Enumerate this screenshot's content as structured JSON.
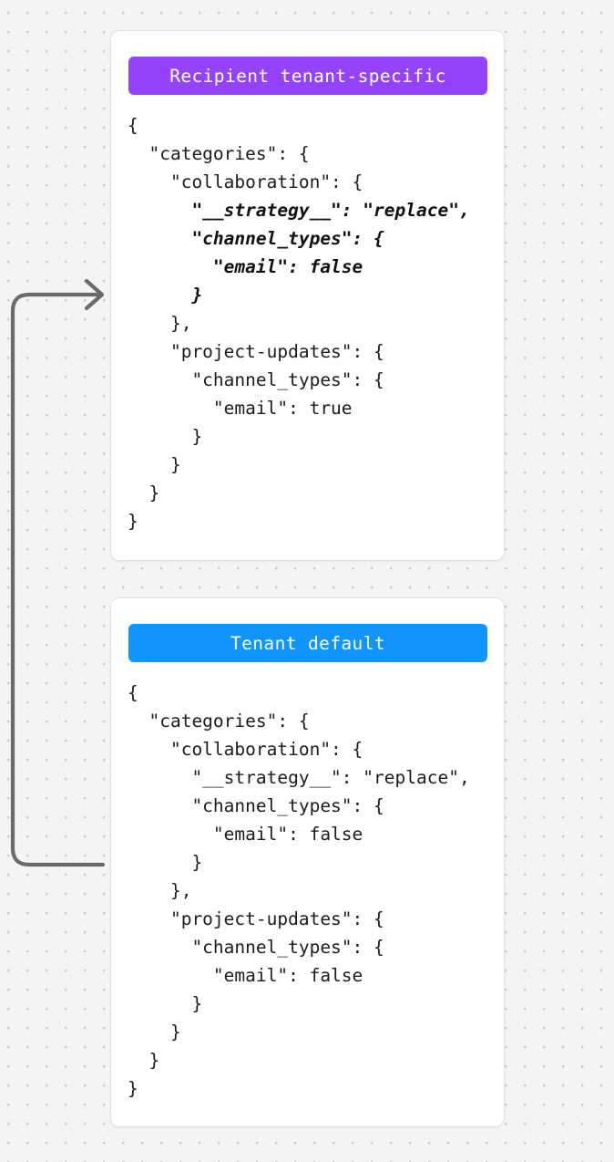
{
  "background": {
    "color": "#f4f4f4",
    "dot_color": "#c9c9ce",
    "pattern": "dot-grid"
  },
  "arrow": {
    "name": "inheritance-arrow",
    "color": "#6b6b6b",
    "from": "tenant-default-card",
    "to": "recipient-tenant-specific-card",
    "direction": "bottom-left-to-upper-right"
  },
  "cards": [
    {
      "id": "recipient-tenant-specific",
      "badge_label": "Recipient tenant-specific",
      "badge_color": "#9443fb",
      "code_lines": [
        {
          "text": "{",
          "highlight": false
        },
        {
          "text": "  \"categories\": {",
          "highlight": false
        },
        {
          "text": "    \"collaboration\": {",
          "highlight": false
        },
        {
          "text": "      \"__strategy__\": \"replace\",",
          "highlight": true
        },
        {
          "text": "      \"channel_types\": {",
          "highlight": true
        },
        {
          "text": "        \"email\": false",
          "highlight": true
        },
        {
          "text": "      }",
          "highlight": true
        },
        {
          "text": "    },",
          "highlight": false
        },
        {
          "text": "    \"project-updates\": {",
          "highlight": false
        },
        {
          "text": "      \"channel_types\": {",
          "highlight": false
        },
        {
          "text": "        \"email\": true",
          "highlight": false
        },
        {
          "text": "      }",
          "highlight": false
        },
        {
          "text": "    }",
          "highlight": false
        },
        {
          "text": "  }",
          "highlight": false
        },
        {
          "text": "}",
          "highlight": false
        }
      ]
    },
    {
      "id": "tenant-default",
      "badge_label": "Tenant default",
      "badge_color": "#1195fd",
      "code_lines": [
        {
          "text": "{",
          "highlight": false
        },
        {
          "text": "  \"categories\": {",
          "highlight": false
        },
        {
          "text": "    \"collaboration\": {",
          "highlight": false
        },
        {
          "text": "      \"__strategy__\": \"replace\",",
          "highlight": false
        },
        {
          "text": "      \"channel_types\": {",
          "highlight": false
        },
        {
          "text": "        \"email\": false",
          "highlight": false
        },
        {
          "text": "      }",
          "highlight": false
        },
        {
          "text": "    },",
          "highlight": false
        },
        {
          "text": "    \"project-updates\": {",
          "highlight": false
        },
        {
          "text": "      \"channel_types\": {",
          "highlight": false
        },
        {
          "text": "        \"email\": false",
          "highlight": false
        },
        {
          "text": "      }",
          "highlight": false
        },
        {
          "text": "    }",
          "highlight": false
        },
        {
          "text": "  }",
          "highlight": false
        },
        {
          "text": "}",
          "highlight": false
        }
      ]
    }
  ]
}
